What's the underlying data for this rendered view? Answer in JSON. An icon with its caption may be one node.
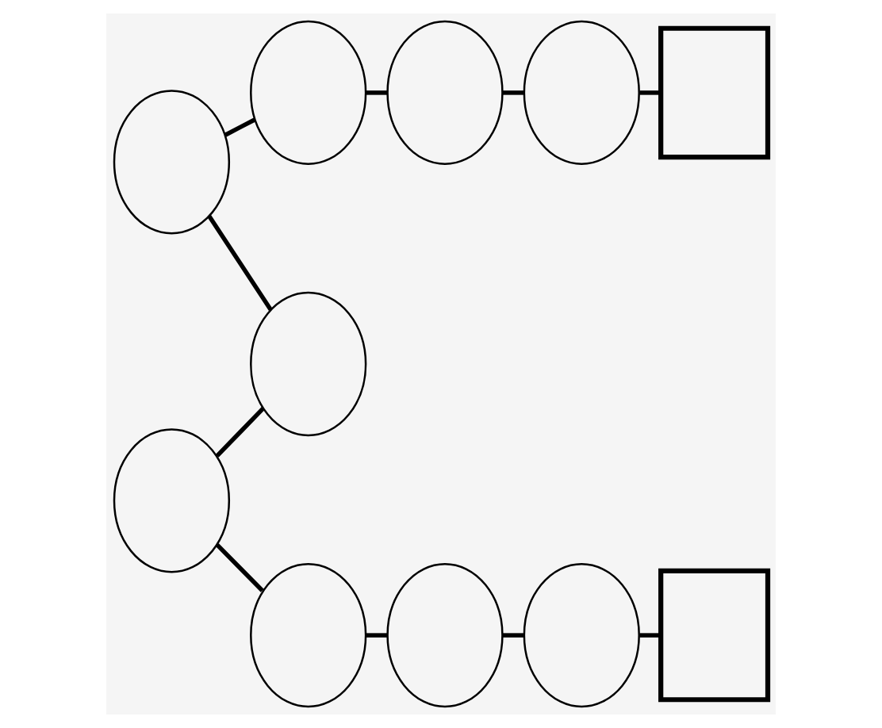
{
  "diagram": {
    "nodes": [
      {
        "text": [],
        "shape": "ellipse"
      },
      {
        "text": [],
        "shape": "ellipse"
      },
      {
        "text": [],
        "shape": "ellipse"
      },
      {
        "text": [],
        "shape": "ellipse"
      },
      {
        "text": [],
        "shape": "box"
      },
      {
        "text": [],
        "shape": "ellipse"
      },
      {
        "text": [],
        "shape": "ellipse"
      },
      {
        "text": [],
        "shape": "ellipse"
      },
      {
        "text": [],
        "shape": "ellipse"
      },
      {
        "text": [],
        "shape": "ellipse"
      },
      {
        "text": [],
        "shape": "box"
      }
    ],
    "edges": [
      {
        "from": 4,
        "to": 3,
        "arrow": "none"
      },
      {
        "from": 3,
        "to": 2,
        "arrow": "none"
      },
      {
        "from": 2,
        "to": 1,
        "arrow": "none"
      },
      {
        "from": 1,
        "to": 0,
        "arrow": "none"
      },
      {
        "from": 0,
        "to": 5,
        "arrow": "none"
      },
      {
        "from": 5,
        "to": 6,
        "arrow": "none"
      },
      {
        "from": 6,
        "to": 7,
        "arrow": "none"
      },
      {
        "from": 7,
        "to": 8,
        "arrow": "none"
      },
      {
        "from": 8,
        "to": 9,
        "arrow": "none"
      },
      {
        "from": 9,
        "to": 10,
        "arrow": "none"
      }
    ]
  }
}
